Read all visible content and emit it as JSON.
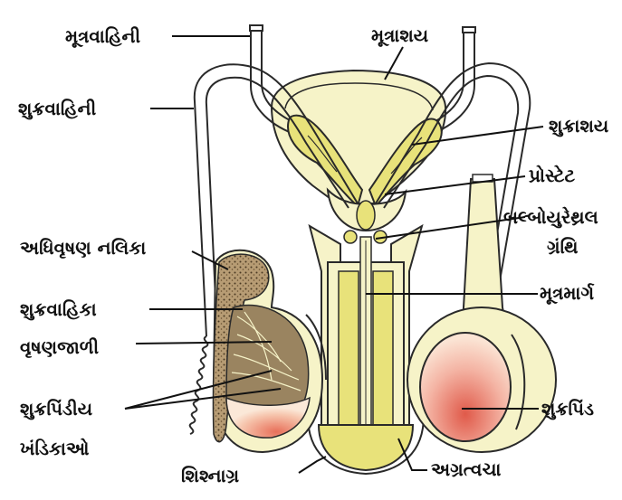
{
  "labels": {
    "ureter": "મૂત્રવાહિની",
    "bladder": "મૂત્રાશય",
    "vas_deferens": "શુક્રવાહિની",
    "seminal_vesicle": "શુક્રાશય",
    "prostate": "પ્રોસ્ટેટ",
    "bulbourethral_line1": "બલ્બોયુરેથ્રલ",
    "bulbourethral_line2": "ગ્રંથિ",
    "epididymis": "અધિવૃષણ નલિકા",
    "vasa_efferentia": "શુક્રવાહિકા",
    "rete_testis": "વૃષણજાળી",
    "lobules_line1": "શુક્રપિંડીય",
    "lobules_line2": "ખંડિકાઓ",
    "urethra": "મૂત્રમાર્ગ",
    "testis": "શુક્રપિંડ",
    "glans_penis": "શિશ્નાગ્ર",
    "foreskin": "અગ્રત્વચા"
  },
  "colors": {
    "outline": "#2a2a2a",
    "tissue_light": "#f6f3c8",
    "gland_yellow": "#e8e27a",
    "testis_pink": "#f2a7a0",
    "testis_red": "#e05a4a",
    "epididymis_brown": "#8a6e48",
    "leader": "#111111"
  },
  "icons": {
    "diagram": "male-reproductive-system-anatomy"
  }
}
